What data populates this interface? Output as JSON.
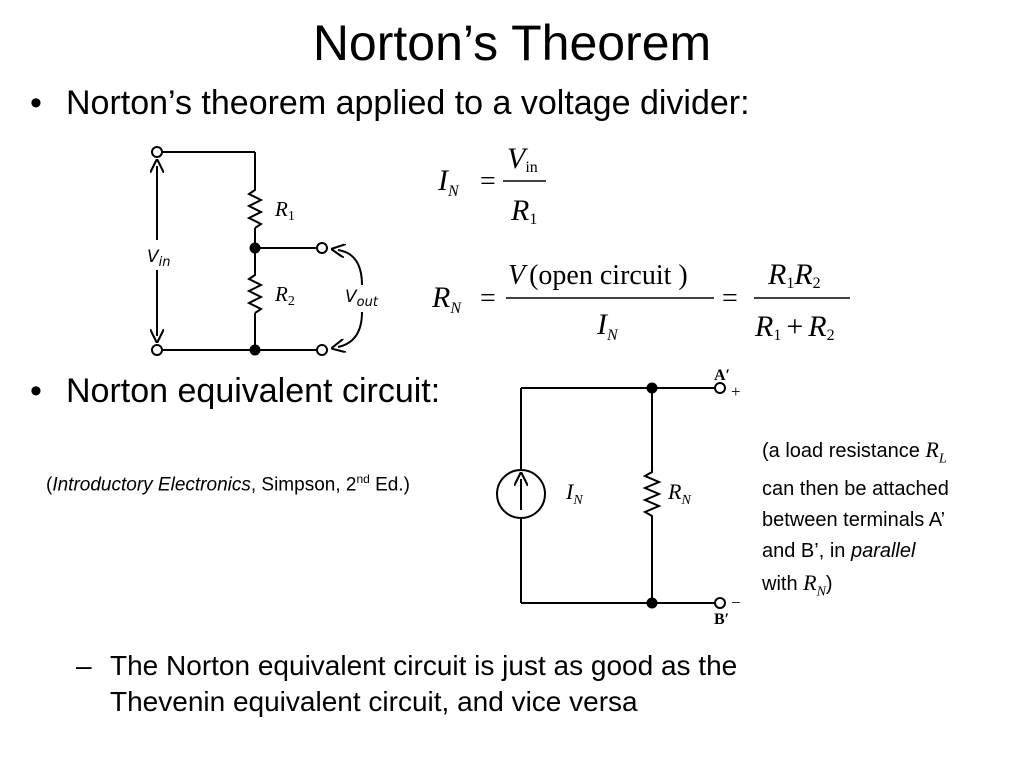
{
  "title": "Norton’s Theorem",
  "bullet1": "Norton’s theorem applied to a voltage divider:",
  "bullet2": "Norton equivalent circuit:",
  "bullet_symbol": "•",
  "dash_symbol": "–",
  "sub_bullet": {
    "line1": "The Norton equivalent circuit is just as good as the",
    "line2": "Thevenin equivalent circuit, and vice versa"
  },
  "citation": {
    "open": "(",
    "book": "Introductory Electronics",
    "rest": ", Simpson, 2",
    "sup": "nd",
    "close": " Ed.)"
  },
  "note": {
    "line1": "(a load resistance ",
    "line1_sym": "R",
    "line1_sub": "L",
    "line2": "can then be attached",
    "line3": "between terminals A’",
    "line4_pre": "and B’, in ",
    "line4_em": "parallel",
    "line5_pre": "with ",
    "line5_sym": "R",
    "line5_sub": "N",
    "line5_post": ")"
  },
  "divider_circuit": {
    "vin_label": "V",
    "vin_sub": "in",
    "vout_label": "V",
    "vout_sub": "out",
    "r1_label": "R",
    "r1_sub": "1",
    "r2_label": "R",
    "r2_sub": "2"
  },
  "equation1": {
    "lhs": "I",
    "lhs_sub": "N",
    "eq": "=",
    "num": "V",
    "num_sub": "in",
    "den": "R",
    "den_sub": "1"
  },
  "equation2": {
    "lhs": "R",
    "lhs_sub": "N",
    "eq": "=",
    "num1": "V",
    "num1_paren": "(open circuit )",
    "den1": "I",
    "den1_sub": "N",
    "eq2": "=",
    "num2_a": "R",
    "num2_a_sub": "1",
    "num2_b": "R",
    "num2_b_sub": "2",
    "den2_a": "R",
    "den2_a_sub": "1",
    "den2_plus": "+",
    "den2_b": "R",
    "den2_b_sub": "2"
  },
  "norton_circuit": {
    "in_label": "I",
    "in_sub": "N",
    "rn_label": "R",
    "rn_sub": "N",
    "term_a": "A′",
    "term_a_sign": "+",
    "term_b": "B′",
    "term_b_sign": "−"
  }
}
